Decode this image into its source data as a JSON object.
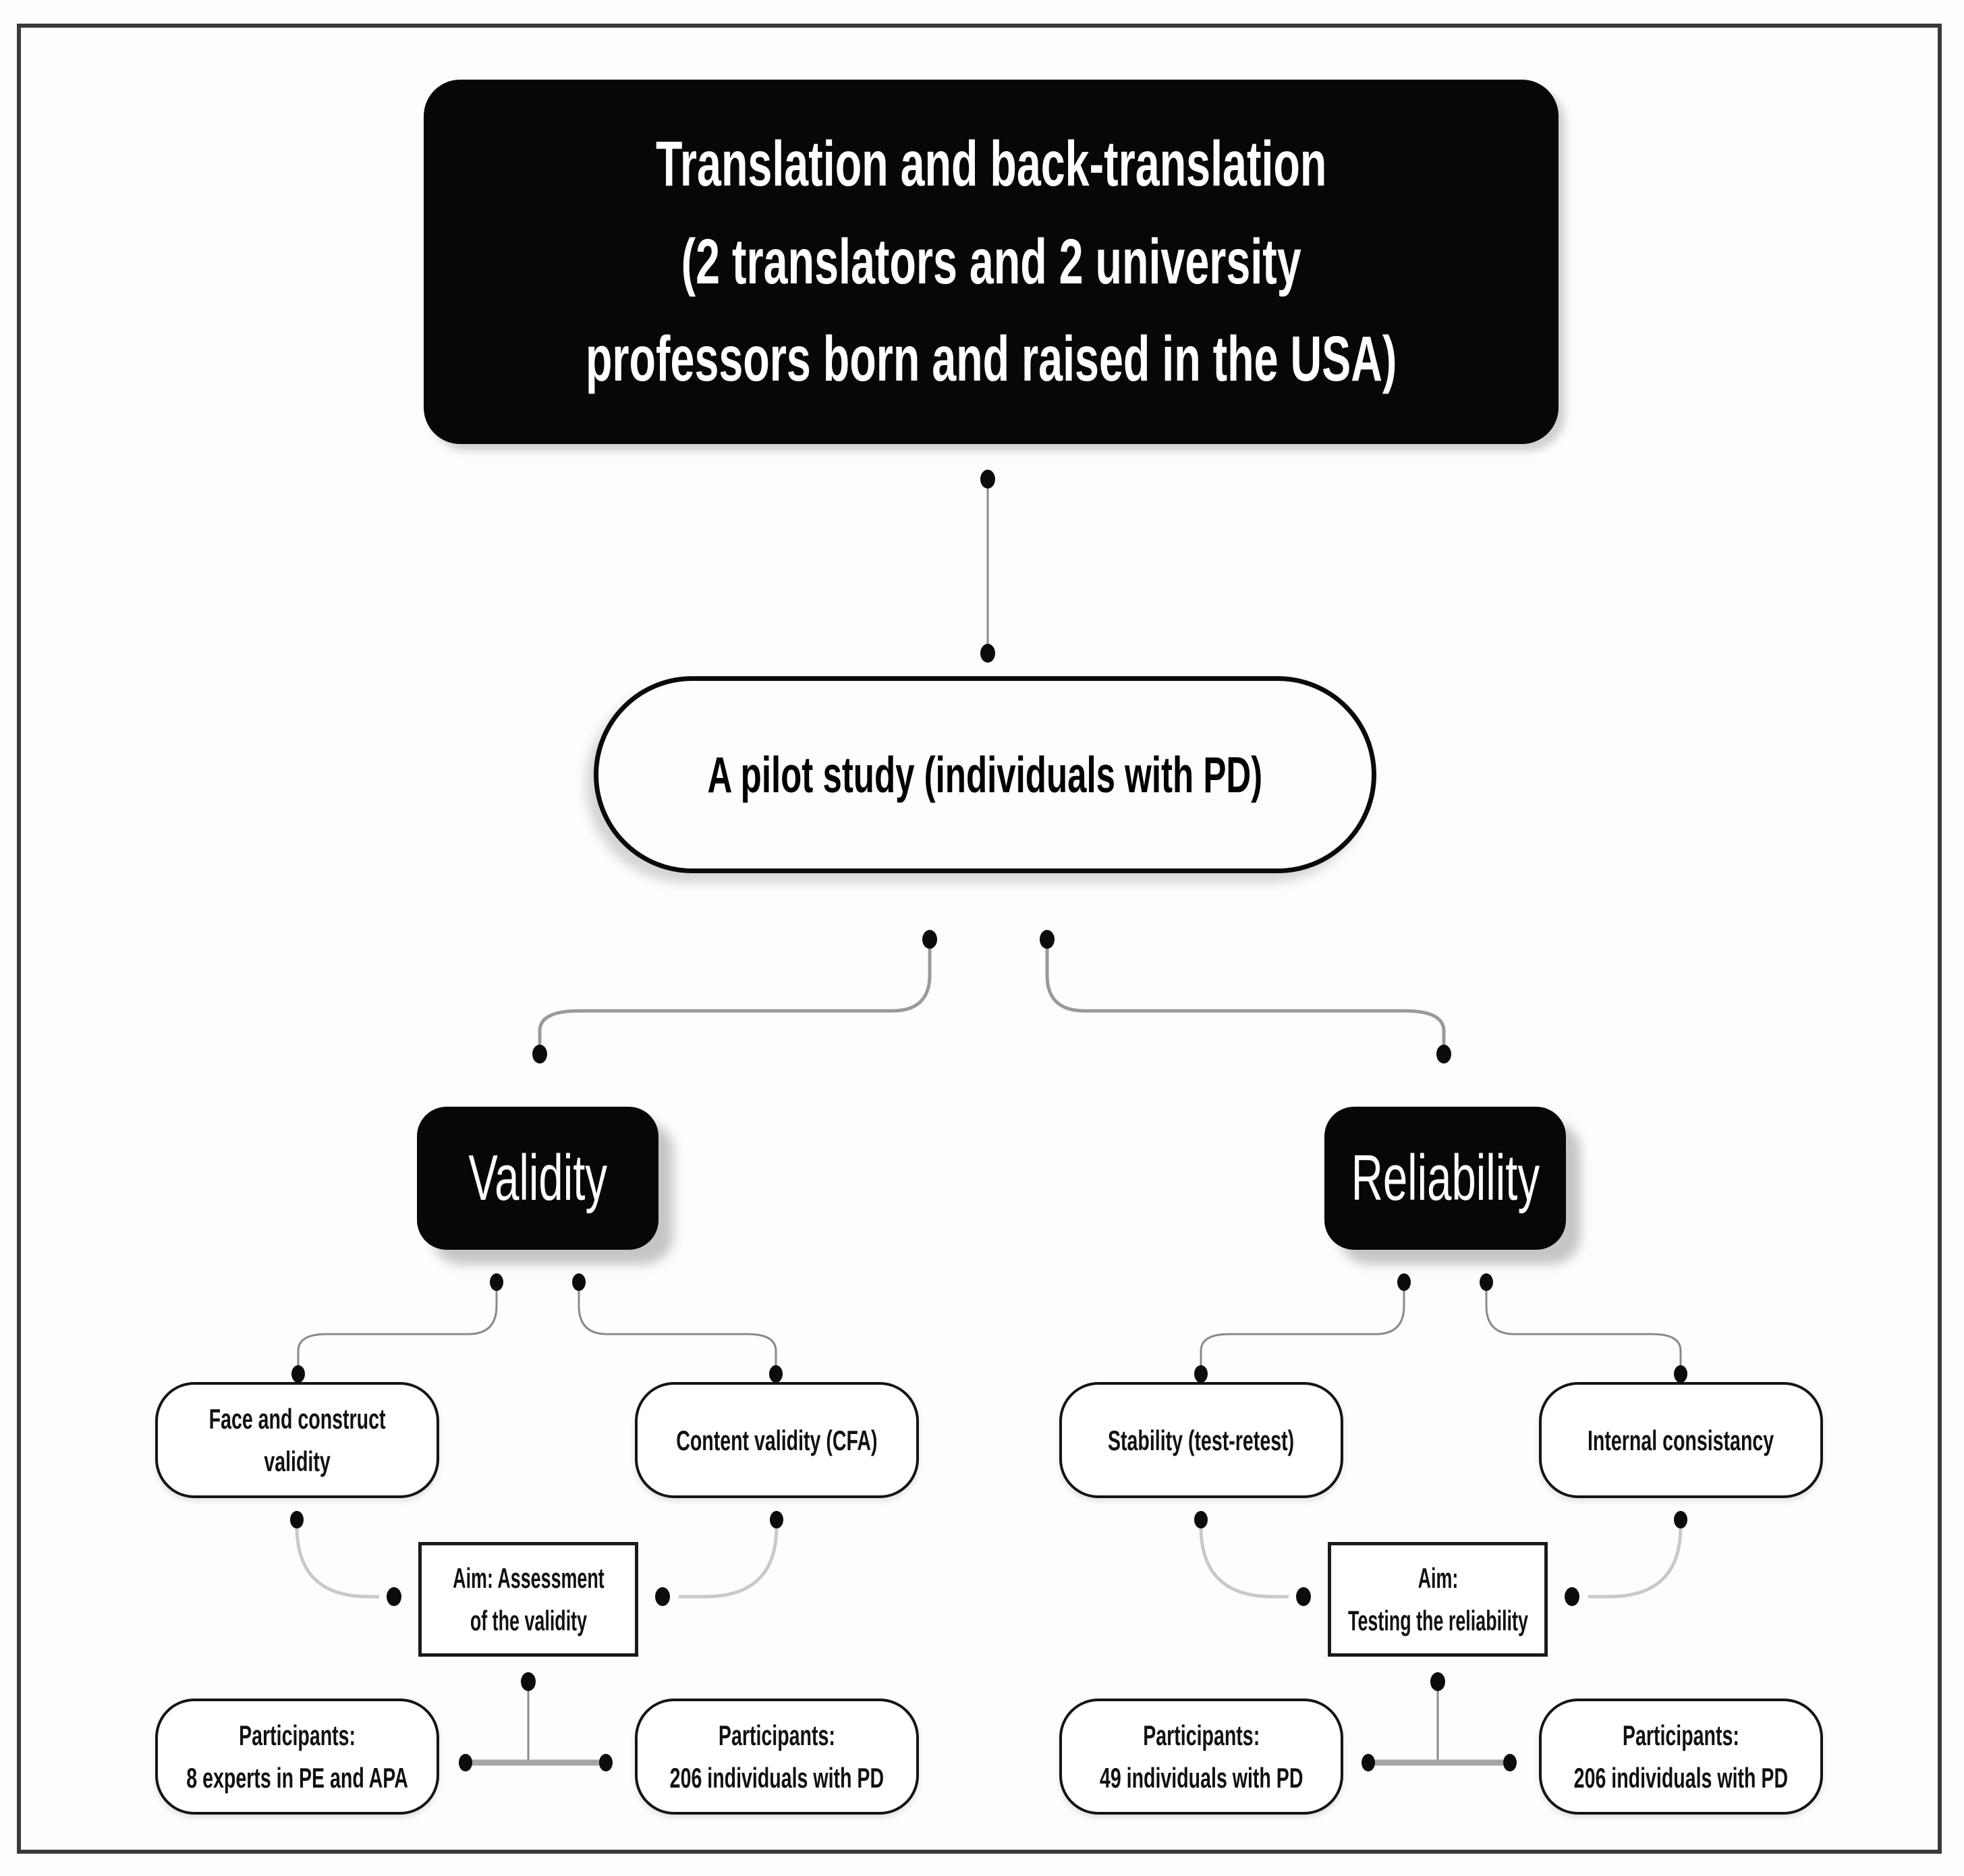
{
  "flow": {
    "top": {
      "lines": [
        "Translation and back-translation",
        "(2 translators and 2 university",
        "professors born and raised in the USA)"
      ]
    },
    "pilot": {
      "label": "A pilot study (individuals with PD)"
    },
    "validity": {
      "label": "Validity",
      "leaves": [
        {
          "lines": [
            "Face and construct",
            "validity"
          ]
        },
        {
          "lines": [
            "Content validity (CFA)"
          ]
        }
      ],
      "aim": {
        "lines": [
          "Aim: Assessment",
          "of the validity"
        ]
      },
      "participants": [
        {
          "lines": [
            "Participants:",
            "8 experts in PE and APA"
          ]
        },
        {
          "lines": [
            "Participants:",
            "206 individuals with PD"
          ]
        }
      ]
    },
    "reliability": {
      "label": "Reliability",
      "leaves": [
        {
          "lines": [
            "Stability (test-retest)"
          ]
        },
        {
          "lines": [
            "Internal consistancy"
          ]
        }
      ],
      "aim": {
        "lines": [
          "Aim:",
          "Testing the reliability"
        ]
      },
      "participants": [
        {
          "lines": [
            "Participants:",
            "49 individuals with PD"
          ]
        },
        {
          "lines": [
            "Participants:",
            "206 individuals with PD"
          ]
        }
      ]
    },
    "colors": {
      "node_fill": "#070707",
      "node_text": "#ffffff",
      "body_text": "#111111",
      "connector_gray": "#9a9a9a",
      "connector_light": "#c9c9c9",
      "frame_border": "#3a3a3a"
    }
  }
}
